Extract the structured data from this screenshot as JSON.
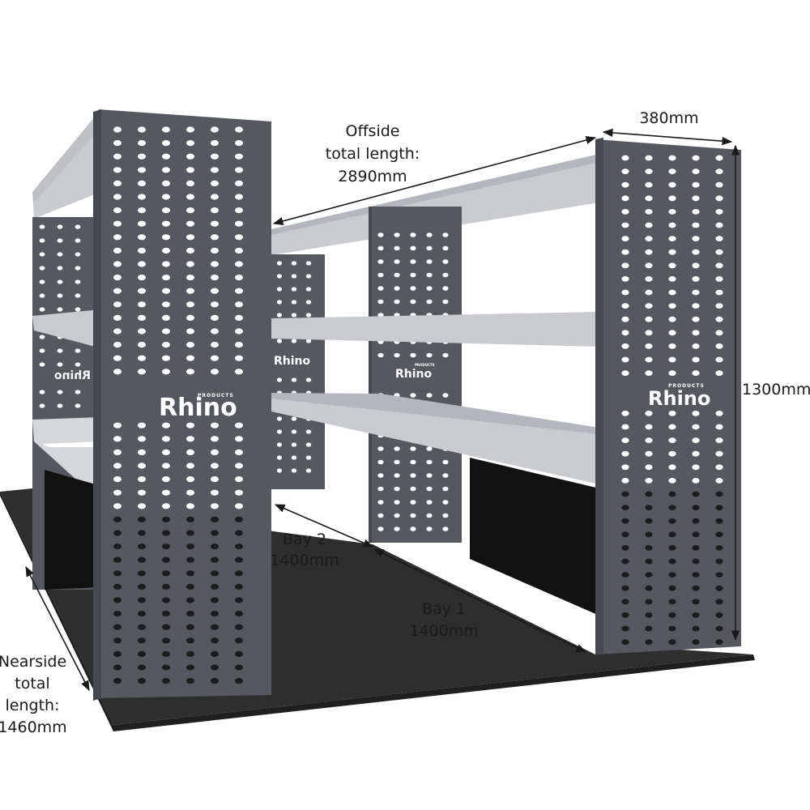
{
  "colors": {
    "panel": "#55585d",
    "panel_dark": "#4b4e53",
    "shelf": "#c9cbce",
    "shelf_top": "#b3b6ba",
    "floor": "#2e2e2f",
    "floor_edge": "#1f1f20",
    "hole": "#ffffff",
    "dim_line": "#1a1a1a"
  },
  "brand": {
    "logo": "Rhino",
    "logo_sub": "PRODUCTS"
  },
  "dimensions": {
    "offside": [
      "Offside",
      "total length:",
      "2890mm"
    ],
    "depth": "380mm",
    "height": "1300mm",
    "bay2": [
      "Bay 2",
      "1400mm"
    ],
    "bay1": [
      "Bay 1",
      "1400mm"
    ],
    "nearside": [
      "Nearside",
      "total",
      "length:",
      "1460mm"
    ]
  }
}
